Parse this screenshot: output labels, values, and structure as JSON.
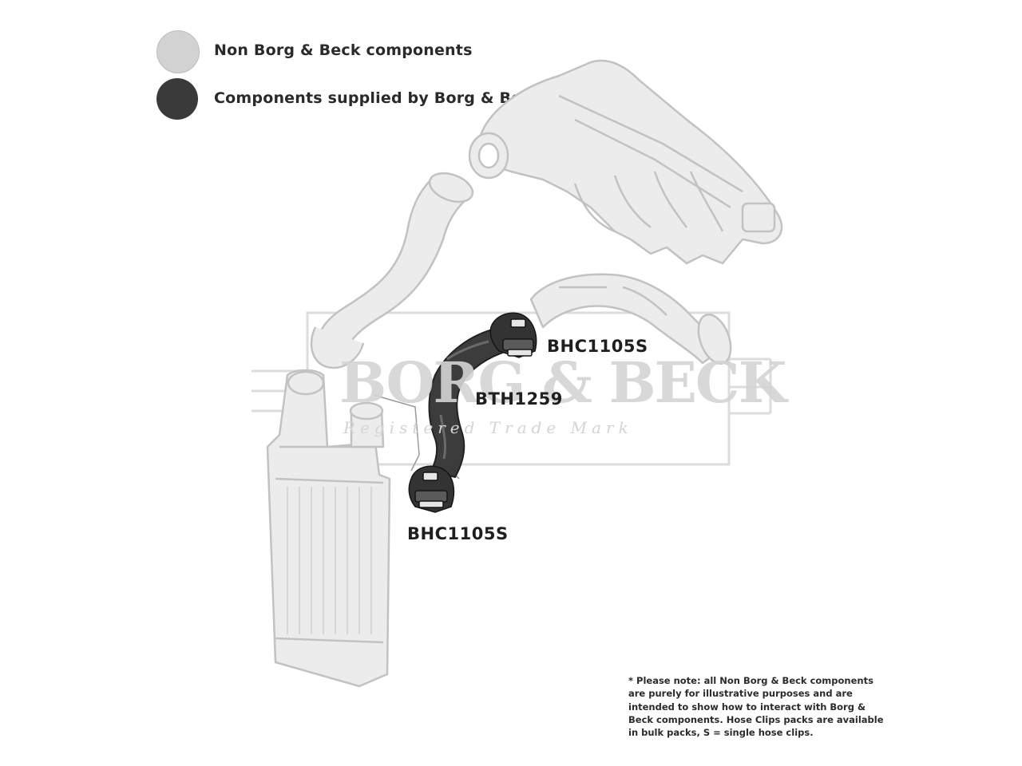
{
  "legend": {
    "non_borg": {
      "label": "Non Borg & Beck components",
      "color": "#d0d0d0"
    },
    "supplied": {
      "label": "Components supplied by Borg & Beck",
      "color": "#3a3a3a"
    }
  },
  "parts": {
    "clip_top": "BHC1105S",
    "hose": "BTH1259",
    "clip_bottom": "BHC1105S"
  },
  "watermark": {
    "brand": "BORG & BECK",
    "tagline": "Registered Trade Mark"
  },
  "note": "* Please note: all Non Borg & Beck components are purely for illustrative purposes and are intended to show how to interact with Borg & Beck components. Hose Clips packs are available in bulk packs, S = single hose clips.",
  "colors": {
    "grey_part_fill": "#ececec",
    "grey_part_stroke": "#c4c4c4",
    "dark_part": "#3c3c3c"
  }
}
